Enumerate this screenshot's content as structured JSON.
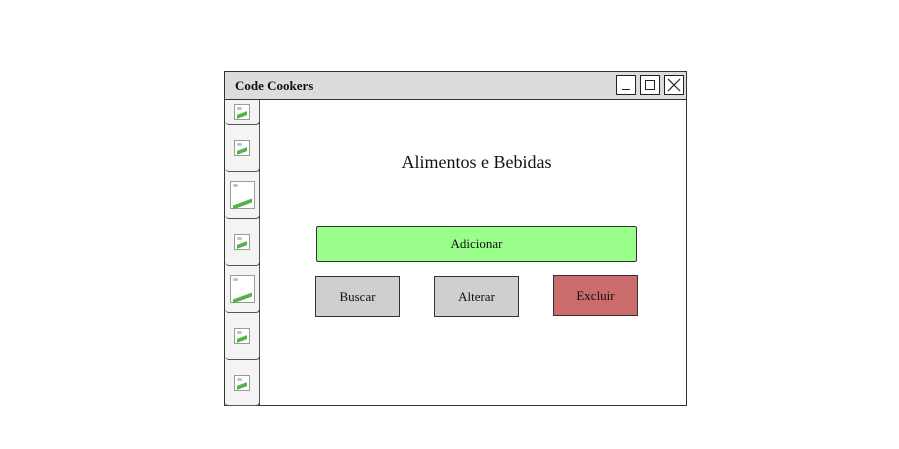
{
  "window": {
    "title": "Code Cookers",
    "controls": {
      "minimize_icon": "minimize-icon",
      "maximize_icon": "maximize-icon",
      "close_icon": "close-icon"
    }
  },
  "sidebar": {
    "items": [
      {
        "icon": "image-placeholder-icon"
      },
      {
        "icon": "image-placeholder-icon"
      },
      {
        "icon": "image-placeholder-icon"
      },
      {
        "icon": "image-placeholder-icon"
      },
      {
        "icon": "image-placeholder-icon"
      },
      {
        "icon": "image-placeholder-icon"
      },
      {
        "icon": "image-placeholder-icon"
      }
    ]
  },
  "main": {
    "heading": "Alimentos e Bebidas",
    "buttons": {
      "add": "Adicionar",
      "search": "Buscar",
      "edit": "Alterar",
      "delete": "Excluir"
    }
  },
  "colors": {
    "add_button": "#99ff8a",
    "neutral_button": "#cfcfcf",
    "delete_button": "#cc6b6b",
    "titlebar": "#dcdcdc"
  }
}
